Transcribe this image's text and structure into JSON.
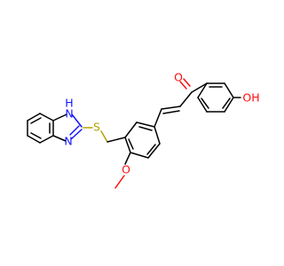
{
  "molecule": {
    "atom_labels": {
      "nh": "H",
      "nh_n": "N",
      "n": "N",
      "s": "S",
      "o_methoxy": "O",
      "carbonyl_o": "O",
      "oh": "OH"
    },
    "colors": {
      "bond": "#000000",
      "nitrogen": "#1414ff",
      "oxygen": "#ff0d0d",
      "sulfur": "#b2a400"
    }
  }
}
